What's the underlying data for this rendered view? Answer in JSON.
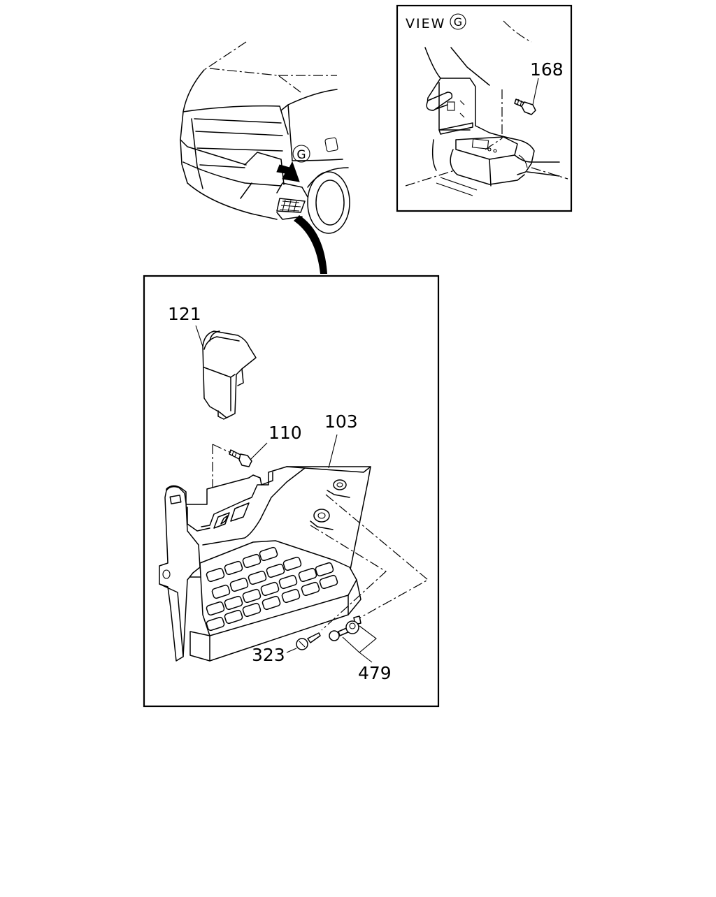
{
  "view": {
    "title": "VIEW",
    "marker": "G"
  },
  "truck": {
    "view_marker": "G"
  },
  "callouts": {
    "bolt_view": "168",
    "cover": "121",
    "bolt": "110",
    "step_bracket": "103",
    "screw": "323",
    "clip": "479"
  }
}
